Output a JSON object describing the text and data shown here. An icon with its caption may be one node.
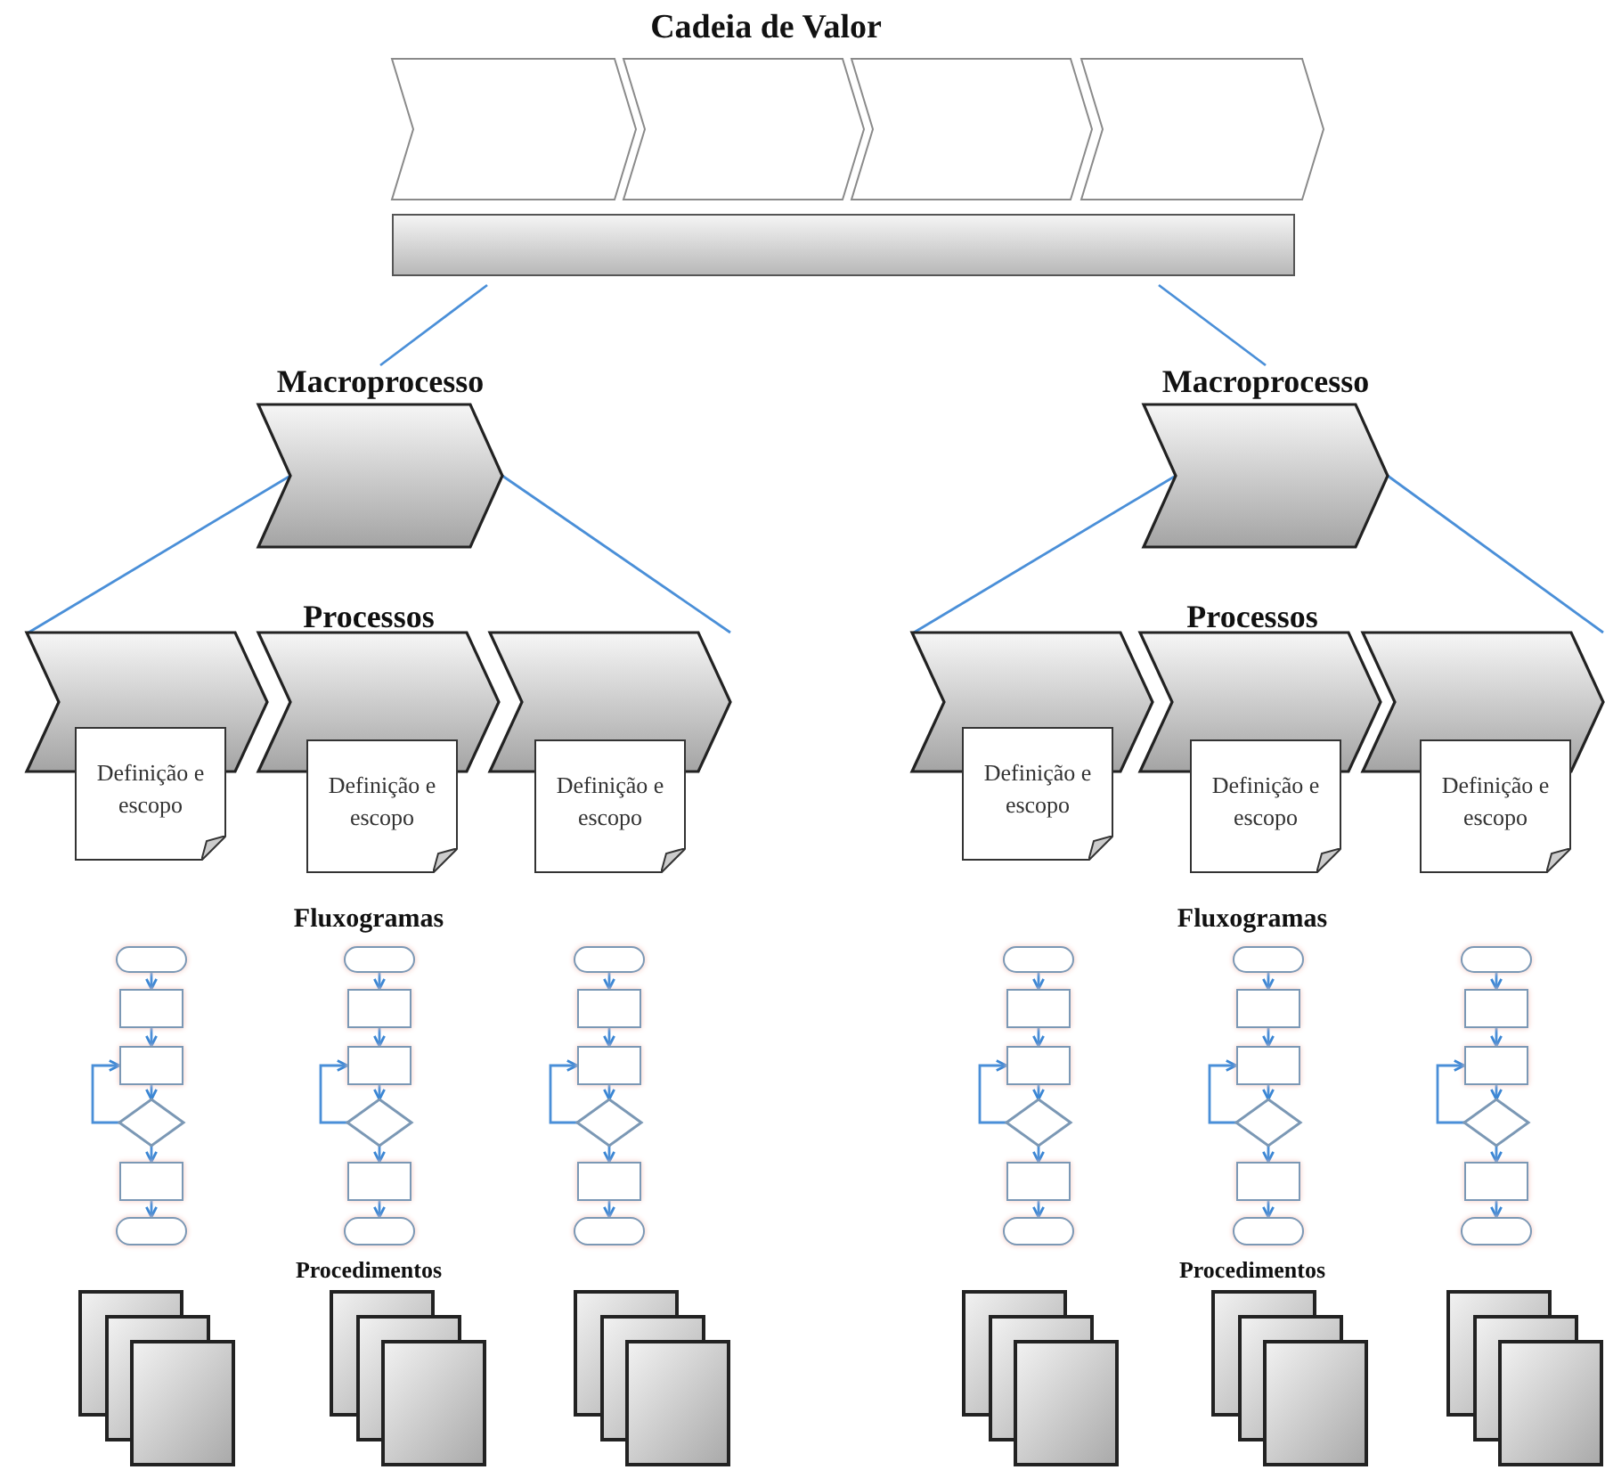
{
  "diagram": {
    "title": "Cadeia de Valor",
    "nodes": [
      {
        "text": [],
        "shape": "chevron"
      },
      {
        "text": [],
        "shape": "chevron"
      },
      {
        "text": [],
        "shape": "chevron"
      },
      {
        "text": [],
        "shape": "chevron"
      },
      {
        "text": [],
        "shape": "bar"
      },
      {
        "text": [
          "Macroprocesso"
        ]
      },
      {
        "text": [
          "Macroprocesso"
        ]
      },
      {
        "text": [],
        "shape": "chevron"
      },
      {
        "text": [],
        "shape": "chevron"
      },
      {
        "text": [],
        "shape": "chevron"
      },
      {
        "text": [],
        "shape": "chevron"
      },
      {
        "text": [],
        "shape": "chevron"
      },
      {
        "text": [],
        "shape": "chevron"
      },
      {
        "text": [
          "Definição e escopo"
        ]
      },
      {
        "text": [
          "Definição e escopo"
        ]
      },
      {
        "text": [
          "Definição e escopo"
        ]
      },
      {
        "text": [
          "Definição e escopo"
        ]
      },
      {
        "text": [
          "Definição e escopo"
        ]
      },
      {
        "text": [
          "Definição e escopo"
        ]
      },
      {
        "text": [],
        "shape": "oval"
      },
      {
        "text": [],
        "shape": "box"
      },
      {
        "text": [],
        "shape": "box"
      },
      {
        "text": [],
        "shape": "diamond"
      },
      {
        "text": [],
        "shape": "box"
      },
      {
        "text": [],
        "shape": "oval"
      },
      {
        "text": [],
        "shape": "oval"
      },
      {
        "text": [],
        "shape": "box"
      },
      {
        "text": [],
        "shape": "box"
      },
      {
        "text": [],
        "shape": "diamond"
      },
      {
        "text": [],
        "shape": "box"
      },
      {
        "text": [],
        "shape": "oval"
      },
      {
        "text": [],
        "shape": "oval"
      },
      {
        "text": [],
        "shape": "box"
      },
      {
        "text": [],
        "shape": "box"
      },
      {
        "text": [],
        "shape": "diamond"
      },
      {
        "text": [],
        "shape": "box"
      },
      {
        "text": [],
        "shape": "oval"
      },
      {
        "text": [],
        "shape": "oval"
      },
      {
        "text": [],
        "shape": "box"
      },
      {
        "text": [],
        "shape": "box"
      },
      {
        "text": [],
        "shape": "diamond"
      },
      {
        "text": [],
        "shape": "box"
      },
      {
        "text": [],
        "shape": "oval"
      },
      {
        "text": [],
        "shape": "oval"
      },
      {
        "text": [],
        "shape": "box"
      },
      {
        "text": [],
        "shape": "box"
      },
      {
        "text": [],
        "shape": "diamond"
      },
      {
        "text": [],
        "shape": "box"
      },
      {
        "text": [],
        "shape": "oval"
      },
      {
        "text": [],
        "shape": "oval"
      },
      {
        "text": [],
        "shape": "box"
      },
      {
        "text": [],
        "shape": "box"
      },
      {
        "text": [],
        "shape": "diamond"
      },
      {
        "text": [],
        "shape": "box"
      },
      {
        "text": [],
        "shape": "oval"
      },
      {
        "text": [],
        "shape": "documents"
      },
      {
        "text": [],
        "shape": "documents"
      },
      {
        "text": [],
        "shape": "documents"
      },
      {
        "text": [],
        "shape": "documents"
      },
      {
        "text": [],
        "shape": "documents"
      },
      {
        "text": [],
        "shape": "documents"
      }
    ],
    "edges": [
      {
        "from": 4,
        "to": 5,
        "arrow": "none"
      },
      {
        "from": 4,
        "to": 6,
        "arrow": "none"
      },
      {
        "from": 5,
        "to": 7,
        "arrow": "none"
      },
      {
        "from": 5,
        "to": 9,
        "arrow": "none"
      },
      {
        "from": 6,
        "to": 10,
        "arrow": "none"
      },
      {
        "from": 6,
        "to": 12,
        "arrow": "none"
      },
      {
        "from": 19,
        "to": 20,
        "arrow": "to"
      },
      {
        "from": 20,
        "to": 21,
        "arrow": "to"
      },
      {
        "from": 21,
        "to": 22,
        "arrow": "to"
      },
      {
        "from": 22,
        "to": 23,
        "arrow": "to"
      },
      {
        "from": 23,
        "to": 24,
        "arrow": "to"
      },
      {
        "from": 22,
        "to": 21,
        "arrow": "to"
      },
      {
        "from": 25,
        "to": 26,
        "arrow": "to"
      },
      {
        "from": 26,
        "to": 27,
        "arrow": "to"
      },
      {
        "from": 27,
        "to": 28,
        "arrow": "to"
      },
      {
        "from": 28,
        "to": 29,
        "arrow": "to"
      },
      {
        "from": 29,
        "to": 30,
        "arrow": "to"
      },
      {
        "from": 28,
        "to": 27,
        "arrow": "to"
      },
      {
        "from": 31,
        "to": 32,
        "arrow": "to"
      },
      {
        "from": 32,
        "to": 33,
        "arrow": "to"
      },
      {
        "from": 33,
        "to": 34,
        "arrow": "to"
      },
      {
        "from": 34,
        "to": 35,
        "arrow": "to"
      },
      {
        "from": 35,
        "to": 36,
        "arrow": "to"
      },
      {
        "from": 34,
        "to": 33,
        "arrow": "to"
      },
      {
        "from": 37,
        "to": 38,
        "arrow": "to"
      },
      {
        "from": 38,
        "to": 39,
        "arrow": "to"
      },
      {
        "from": 39,
        "to": 40,
        "arrow": "to"
      },
      {
        "from": 40,
        "to": 41,
        "arrow": "to"
      },
      {
        "from": 41,
        "to": 42,
        "arrow": "to"
      },
      {
        "from": 40,
        "to": 39,
        "arrow": "to"
      },
      {
        "from": 43,
        "to": 44,
        "arrow": "to"
      },
      {
        "from": 44,
        "to": 45,
        "arrow": "to"
      },
      {
        "from": 45,
        "to": 46,
        "arrow": "to"
      },
      {
        "from": 46,
        "to": 47,
        "arrow": "to"
      },
      {
        "from": 47,
        "to": 48,
        "arrow": "to"
      },
      {
        "from": 46,
        "to": 45,
        "arrow": "to"
      },
      {
        "from": 49,
        "to": 50,
        "arrow": "to"
      },
      {
        "from": 50,
        "to": 51,
        "arrow": "to"
      },
      {
        "from": 51,
        "to": 52,
        "arrow": "to"
      },
      {
        "from": 52,
        "to": 53,
        "arrow": "to"
      },
      {
        "from": 53,
        "to": 54,
        "arrow": "to"
      },
      {
        "from": 52,
        "to": 51,
        "arrow": "to"
      }
    ],
    "labels": [
      "Processos",
      "Processos",
      "Fluxogramas",
      "Fluxogramas",
      "Procedimentos",
      "Procedimentos"
    ]
  }
}
